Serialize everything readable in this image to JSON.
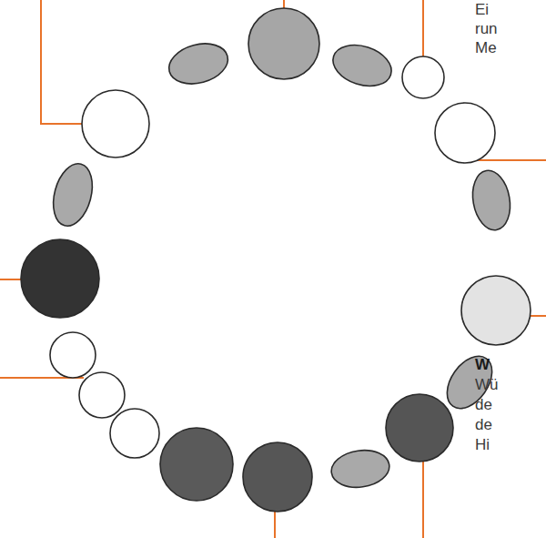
{
  "diagram": {
    "labels": [
      "Ei",
      "run",
      "Me",
      "W",
      "Wü",
      "de",
      "de",
      "Hi"
    ]
  }
}
